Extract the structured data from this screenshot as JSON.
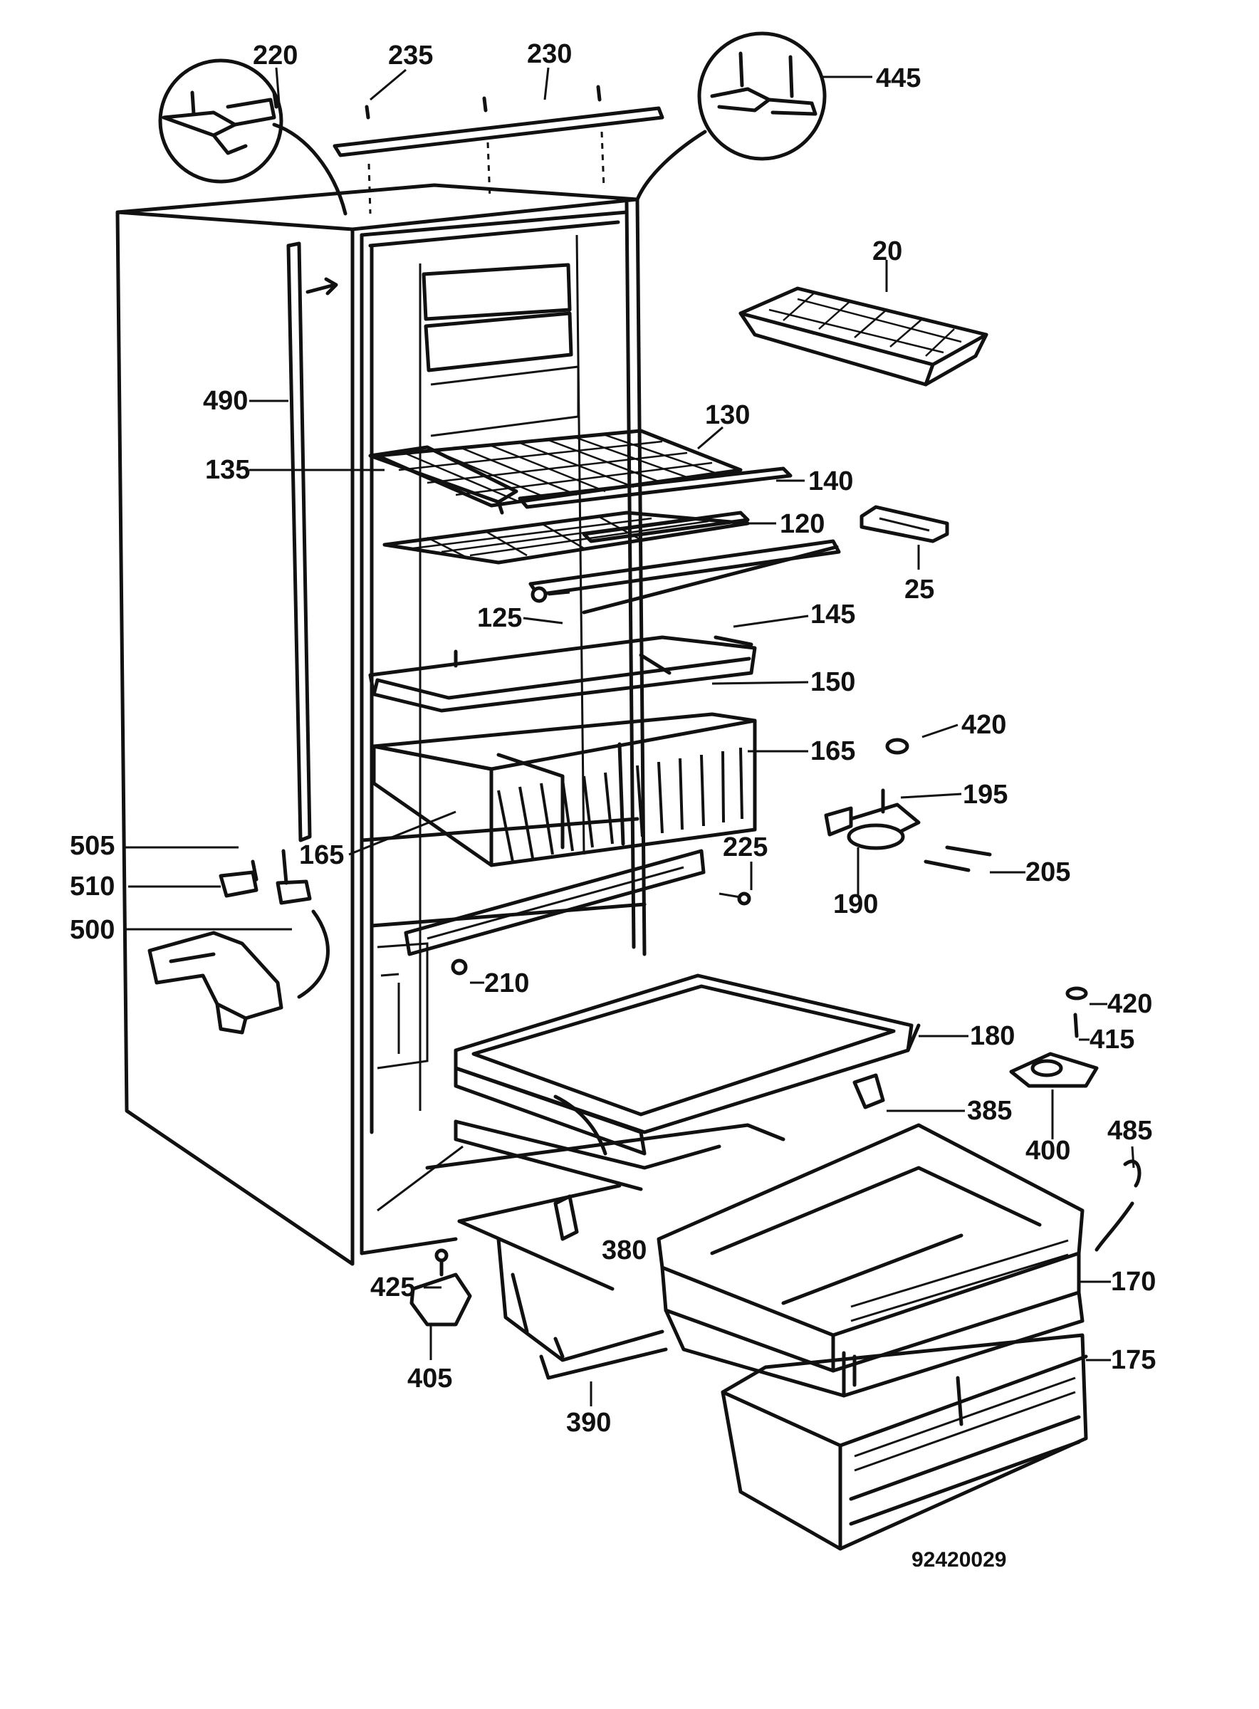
{
  "drawing_number": "92420029",
  "callouts": [
    {
      "id": "c-220",
      "text": "220"
    },
    {
      "id": "c-235",
      "text": "235"
    },
    {
      "id": "c-230",
      "text": "230"
    },
    {
      "id": "c-445",
      "text": "445"
    },
    {
      "id": "c-20",
      "text": "20"
    },
    {
      "id": "c-490",
      "text": "490"
    },
    {
      "id": "c-130",
      "text": "130"
    },
    {
      "id": "c-135",
      "text": "135"
    },
    {
      "id": "c-140",
      "text": "140"
    },
    {
      "id": "c-120",
      "text": "120"
    },
    {
      "id": "c-25",
      "text": "25"
    },
    {
      "id": "c-125",
      "text": "125"
    },
    {
      "id": "c-145",
      "text": "145"
    },
    {
      "id": "c-150",
      "text": "150"
    },
    {
      "id": "c-420a",
      "text": "420"
    },
    {
      "id": "c-165a",
      "text": "165"
    },
    {
      "id": "c-195",
      "text": "195"
    },
    {
      "id": "c-505",
      "text": "505"
    },
    {
      "id": "c-165b",
      "text": "165"
    },
    {
      "id": "c-225",
      "text": "225"
    },
    {
      "id": "c-510",
      "text": "510"
    },
    {
      "id": "c-205",
      "text": "205"
    },
    {
      "id": "c-190",
      "text": "190"
    },
    {
      "id": "c-500",
      "text": "500"
    },
    {
      "id": "c-210",
      "text": "210"
    },
    {
      "id": "c-420b",
      "text": "420"
    },
    {
      "id": "c-180",
      "text": "180"
    },
    {
      "id": "c-415",
      "text": "415"
    },
    {
      "id": "c-385",
      "text": "385"
    },
    {
      "id": "c-485",
      "text": "485"
    },
    {
      "id": "c-400",
      "text": "400"
    },
    {
      "id": "c-380",
      "text": "380"
    },
    {
      "id": "c-170",
      "text": "170"
    },
    {
      "id": "c-425",
      "text": "425"
    },
    {
      "id": "c-175",
      "text": "175"
    },
    {
      "id": "c-405",
      "text": "405"
    },
    {
      "id": "c-390",
      "text": "390"
    }
  ]
}
